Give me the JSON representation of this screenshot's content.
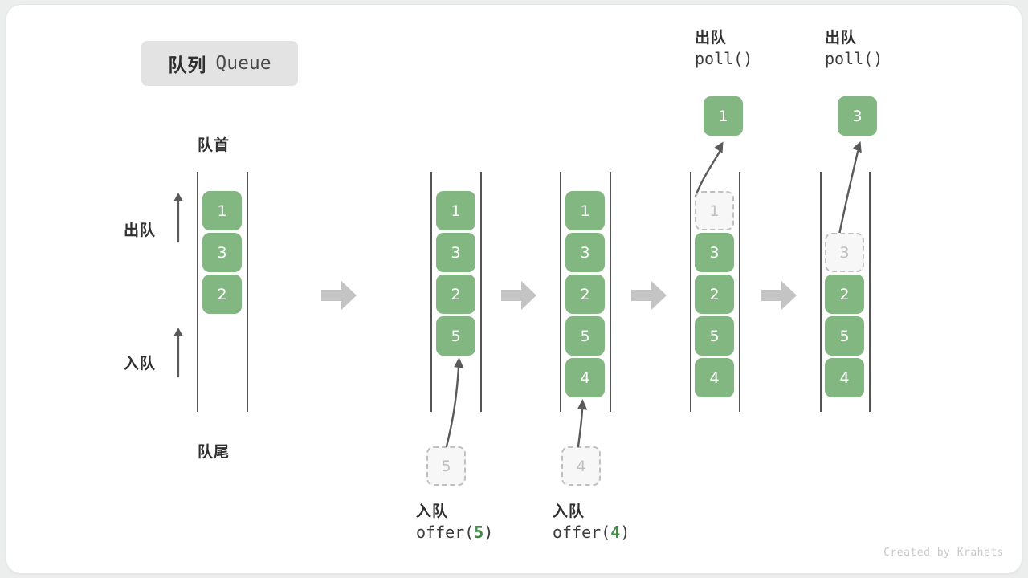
{
  "title": {
    "cjk": "队列",
    "latin": "Queue"
  },
  "labels": {
    "head": "队首",
    "tail": "队尾",
    "dequeue_side": "出队",
    "enqueue_side": "入队"
  },
  "credit": "Created by Krahets",
  "colors": {
    "cell_fill": "#82b782",
    "cell_text": "#ffffff",
    "ghost_fill": "#f7f7f7",
    "ghost_border": "#c0c0c0",
    "ghost_text": "#bfbfbf",
    "rail": "#555555",
    "step_arrow": "#c4c4c4",
    "motion_arrow": "#5a5a5a",
    "badge_bg": "#e3e3e3",
    "arg_green": "#3f8b43",
    "credit": "#c9c9c9"
  },
  "stages": [
    {
      "id": "initial",
      "cells": [
        "1",
        "3",
        "2"
      ],
      "ghost_index": null,
      "ghost_value": null,
      "incoming": null,
      "outgoing": null,
      "caption": null
    },
    {
      "id": "offer-5",
      "cells": [
        "1",
        "3",
        "2",
        "5"
      ],
      "ghost_index": null,
      "ghost_value": null,
      "incoming": {
        "value": "5",
        "op_cjk": "入队",
        "op_code_prefix": "offer(",
        "op_code_arg": "5",
        "op_code_suffix": ")"
      },
      "outgoing": null,
      "caption": "入队 offer(5)"
    },
    {
      "id": "offer-4",
      "cells": [
        "1",
        "3",
        "2",
        "5",
        "4"
      ],
      "ghost_index": null,
      "ghost_value": null,
      "incoming": {
        "value": "4",
        "op_cjk": "入队",
        "op_code_prefix": "offer(",
        "op_code_arg": "4",
        "op_code_suffix": ")"
      },
      "outgoing": null,
      "caption": "入队 offer(4)"
    },
    {
      "id": "poll-1",
      "cells": [
        "1",
        "3",
        "2",
        "5",
        "4"
      ],
      "ghost_index": 0,
      "ghost_value": "1",
      "incoming": null,
      "outgoing": {
        "value": "1",
        "op_cjk": "出队",
        "op_code": "poll()"
      },
      "caption": "出队 poll()"
    },
    {
      "id": "poll-3",
      "cells": [
        "",
        "3",
        "2",
        "5",
        "4"
      ],
      "ghost_index": 1,
      "ghost_value": "3",
      "incoming": null,
      "outgoing": {
        "value": "3",
        "op_cjk": "出队",
        "op_code": "poll()"
      },
      "caption": "出队 poll()"
    }
  ],
  "step_arrows_count": 4
}
